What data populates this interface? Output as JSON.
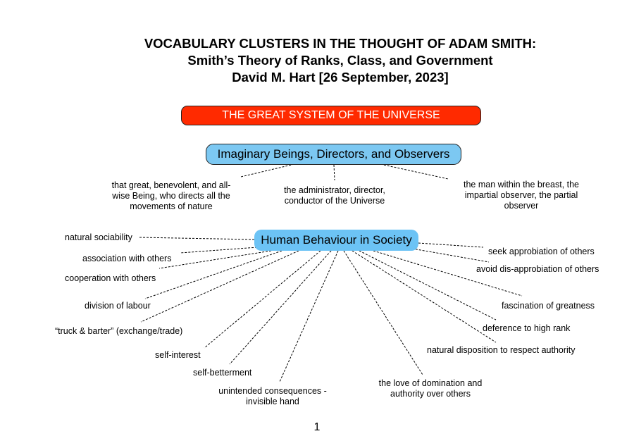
{
  "title": {
    "line1": "VOCABULARY CLUSTERS IN THE THOUGHT OF ADAM SMITH:",
    "line2": "Smith’s Theory of Ranks, Class, and Government",
    "line3": "David M. Hart [26 September, 2023]"
  },
  "top_node": "THE GREAT SYSTEM OF THE UNIVERSE",
  "beings_node": "Imaginary Beings, Directors, and Observers",
  "beings": {
    "left": [
      "that great, benevolent, and all-",
      "wise Being, who directs all the",
      "movements of nature"
    ],
    "middle": [
      "the administrator, director,",
      "conductor of the Universe"
    ],
    "right": [
      "the man within the breast, the",
      "impartial observer, the partial",
      "observer"
    ]
  },
  "behaviour_node": "Human Behaviour in Society",
  "behaviour": {
    "natural_sociability": "natural sociability",
    "association": "association with others",
    "cooperation": "cooperation with others",
    "division": "division of labour",
    "truck": "“truck & barter” (exchange/trade)",
    "self_interest": "self-interest",
    "self_betterment": "self-betterment",
    "unintended": [
      "unintended consequences -",
      "invisible hand"
    ],
    "love_domination": [
      "the love of domination and",
      "authority over others"
    ],
    "respect_authority": "natural disposition to respect authority",
    "deference": "deference to high rank",
    "fascination": "fascination of greatness",
    "avoid": "avoid dis-approbiation of others",
    "seek": "seek approbiation of others"
  },
  "page_number": "1"
}
